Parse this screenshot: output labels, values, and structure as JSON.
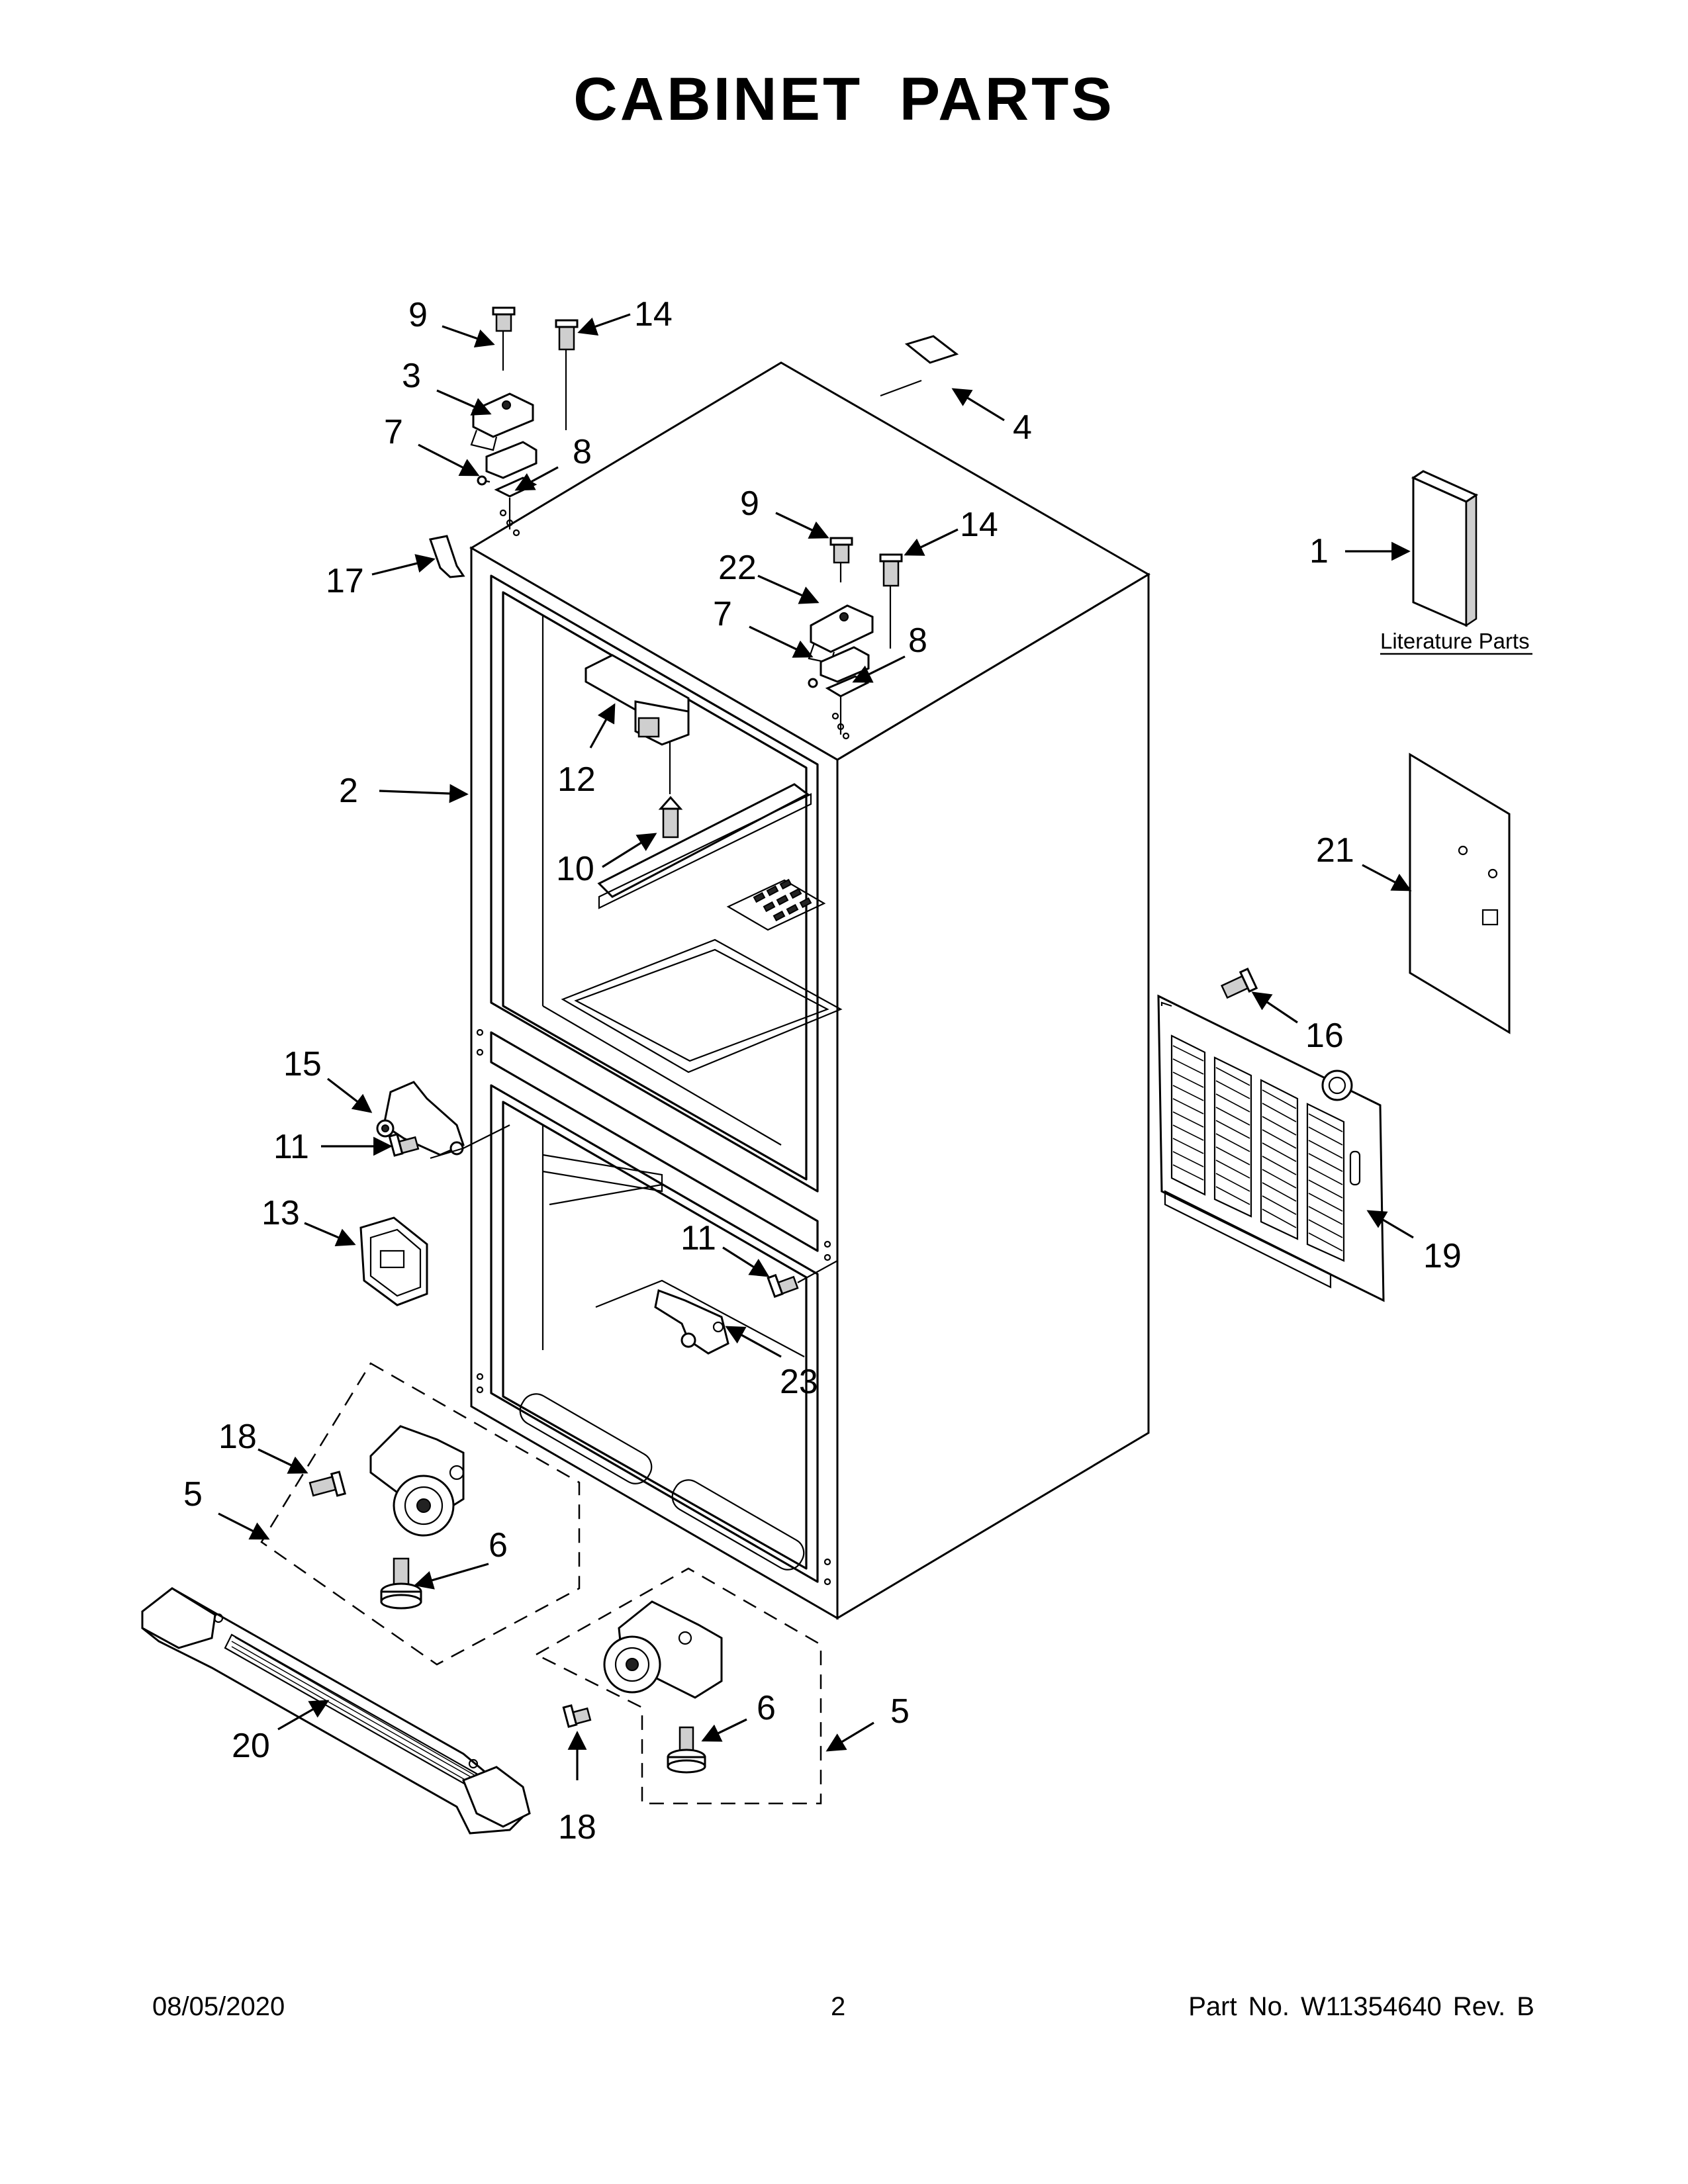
{
  "title": "CABINET PARTS",
  "footer": {
    "date": "08/05/2020",
    "page": "2",
    "part_no": "Part No.  W11354640  Rev.  B"
  },
  "literature_label": "Literature Parts",
  "callouts": [
    {
      "id": "c9a",
      "label": "9"
    },
    {
      "id": "c14a",
      "label": "14"
    },
    {
      "id": "c3",
      "label": "3"
    },
    {
      "id": "c7a",
      "label": "7"
    },
    {
      "id": "c8a",
      "label": "8"
    },
    {
      "id": "c4",
      "label": "4"
    },
    {
      "id": "c17",
      "label": "17"
    },
    {
      "id": "c9b",
      "label": "9"
    },
    {
      "id": "c14b",
      "label": "14"
    },
    {
      "id": "c22",
      "label": "22"
    },
    {
      "id": "c7b",
      "label": "7"
    },
    {
      "id": "c8b",
      "label": "8"
    },
    {
      "id": "c1",
      "label": "1"
    },
    {
      "id": "c2",
      "label": "2"
    },
    {
      "id": "c12",
      "label": "12"
    },
    {
      "id": "c10",
      "label": "10"
    },
    {
      "id": "c21",
      "label": "21"
    },
    {
      "id": "c16",
      "label": "16"
    },
    {
      "id": "c15",
      "label": "15"
    },
    {
      "id": "c11a",
      "label": "11"
    },
    {
      "id": "c13",
      "label": "13"
    },
    {
      "id": "c11b",
      "label": "11"
    },
    {
      "id": "c19",
      "label": "19"
    },
    {
      "id": "c23",
      "label": "23"
    },
    {
      "id": "c18a",
      "label": "18"
    },
    {
      "id": "c5a",
      "label": "5"
    },
    {
      "id": "c6a",
      "label": "6"
    },
    {
      "id": "c20",
      "label": "20"
    },
    {
      "id": "c6b",
      "label": "6"
    },
    {
      "id": "c5b",
      "label": "5"
    },
    {
      "id": "c18b",
      "label": "18"
    }
  ]
}
